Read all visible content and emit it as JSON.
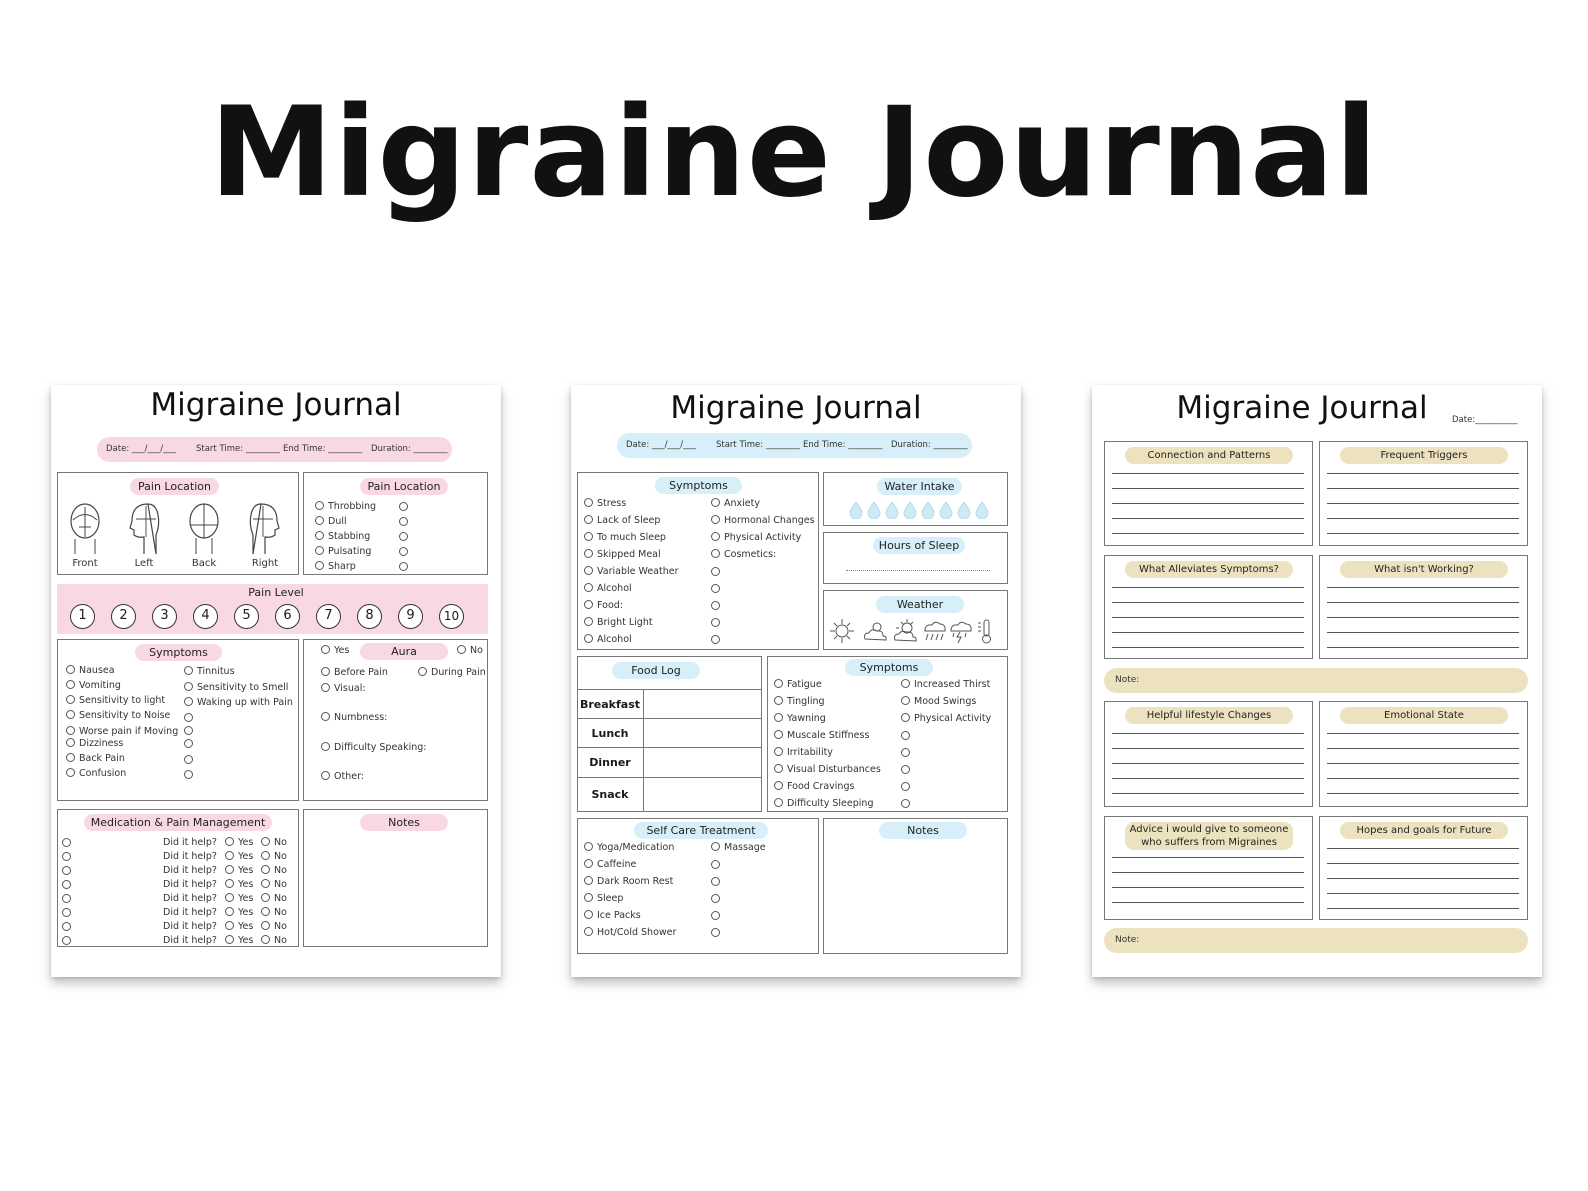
{
  "title": "Migraine Journal",
  "page1": {
    "title": "Migraine Journal",
    "date_bar": {
      "date": "Date: ___/___/___",
      "start": "Start Time: ________",
      "end": "End Time: ________",
      "duration": "Duration: ________"
    },
    "pain_location_figures": {
      "label": "Pain Location",
      "views": [
        "Front",
        "Left",
        "Back",
        "Right"
      ]
    },
    "pain_type": {
      "label": "Pain Location",
      "items": [
        "Throbbing",
        "Dull",
        "Stabbing",
        "Pulsating",
        "Sharp"
      ]
    },
    "pain_level": {
      "label": "Pain Level",
      "values": [
        "1",
        "2",
        "3",
        "4",
        "5",
        "6",
        "7",
        "8",
        "9",
        "10"
      ]
    },
    "symptoms": {
      "label": "Symptoms",
      "left": [
        "Nausea",
        "Vomiting",
        "Sensitivity to light",
        "Sensitivity to Noise",
        "Worse pain if Moving",
        "Dizziness",
        "Back Pain",
        "Confusion"
      ],
      "right": [
        "Tinnitus",
        "Sensitivity to Smell",
        "Waking up with Pain"
      ]
    },
    "aura": {
      "label": "Aura",
      "yes": "Yes",
      "no": "No",
      "items": [
        "Before Pain",
        "During Pain",
        "Visual:",
        "Numbness:",
        "Difficulty Speaking:",
        "Other:"
      ]
    },
    "medication": {
      "label": "Medication & Pain Management",
      "question": "Did it help?",
      "yes": "Yes",
      "no": "No",
      "rows": 8
    },
    "notes": {
      "label": "Notes"
    }
  },
  "page2": {
    "title": "Migraine Journal",
    "date_bar": {
      "date": "Date: ___/___/___",
      "start": "Start Time: ________",
      "end": "End Time: ________",
      "duration": "Duration: ________"
    },
    "symptoms_triggers": {
      "label": "Symptoms",
      "left": [
        "Stress",
        "Lack of Sleep",
        "To much Sleep",
        "Skipped Meal",
        "Variable Weather",
        "Alcohol",
        "Food:",
        "Bright Light",
        "Alcohol"
      ],
      "right": [
        "Anxiety",
        "Hormonal Changes",
        "Physical Activity",
        "Cosmetics:"
      ]
    },
    "water_intake": {
      "label": "Water Intake",
      "drops": 8
    },
    "hours_of_sleep": {
      "label": "Hours of Sleep"
    },
    "weather": {
      "label": "Weather",
      "icons": [
        "sun-icon",
        "partly-cloudy-icon",
        "sun-cloud-icon",
        "rain-icon",
        "storm-icon",
        "thermometer-icon"
      ]
    },
    "food_log": {
      "label": "Food Log",
      "meals": [
        "Breakfast",
        "Lunch",
        "Dinner",
        "Snack"
      ]
    },
    "symptoms": {
      "label": "Symptoms",
      "left": [
        "Fatigue",
        "Tingling",
        "Yawning",
        "Muscale Stiffness",
        "Irritability",
        "Visual Disturbances",
        "Food Cravings",
        "Difficulty Sleeping"
      ],
      "right": [
        "Increased Thirst",
        "Mood Swings",
        "Physical Activity"
      ]
    },
    "self_care": {
      "label": "Self Care Treatment",
      "left": [
        "Yoga/Medication",
        "Caffeine",
        "Dark Room Rest",
        "Sleep",
        "Ice Packs",
        "Hot/Cold Shower"
      ],
      "right": [
        "Massage"
      ]
    },
    "notes": {
      "label": "Notes"
    }
  },
  "page3": {
    "title": "Migraine Journal",
    "date": "Date:__________",
    "sections": [
      "Connection and Patterns",
      "Frequent Triggers",
      "What Alleviates Symptoms?",
      "What isn't Working?",
      "Helpful lifestyle Changes",
      "Emotional State",
      "Advice i would give to someone who suffers from Migraines",
      "Hopes and goals for Future"
    ],
    "note1": "Note:",
    "note2": "Note:"
  },
  "colors": {
    "pink_accent": "#f8d9e1",
    "blue_accent": "#d6eff8",
    "tan_accent": "#ede2c0"
  }
}
